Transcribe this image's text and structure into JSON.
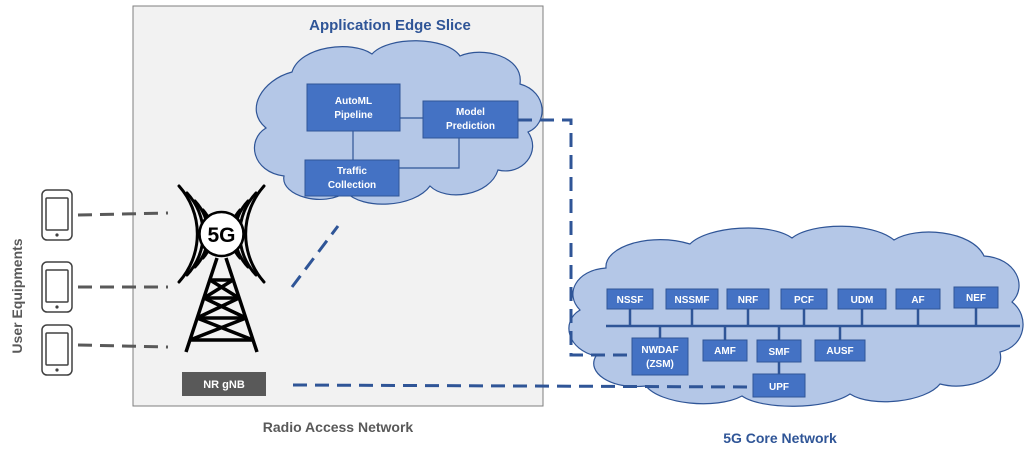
{
  "labels": {
    "user_equipments": "User Equipments",
    "ran": "Radio Access Network",
    "slice": "Application Edge Slice",
    "core": "5G Core Network",
    "gnb": "NR gNB",
    "tower_logo": "5G"
  },
  "slice_boxes": {
    "automl_1": "AutoML",
    "automl_2": "Pipeline",
    "model_1": "Model",
    "model_2": "Prediction",
    "traffic_1": "Traffic",
    "traffic_2": "Collection"
  },
  "core_functions": {
    "nssf": "NSSF",
    "nssmf": "NSSMF",
    "nrf": "NRF",
    "pcf": "PCF",
    "udm": "UDM",
    "af": "AF",
    "nef": "NEF",
    "nwdaf_1": "NWDAF",
    "nwdaf_2": "(ZSM)",
    "amf": "AMF",
    "smf": "SMF",
    "ausf": "AUSF",
    "upf": "UPF"
  },
  "colors": {
    "cloud_fill": "#b4c7e7",
    "cloud_stroke": "#2f5597",
    "nf_box_fill": "#4472c4",
    "link_dash": "#2f5597",
    "title_blue": "#2f5597",
    "ran_fill": "#f2f2f2",
    "gnb_fill": "#595959"
  },
  "icons": [
    "smartphone-icon",
    "cell-tower-5g-icon"
  ]
}
